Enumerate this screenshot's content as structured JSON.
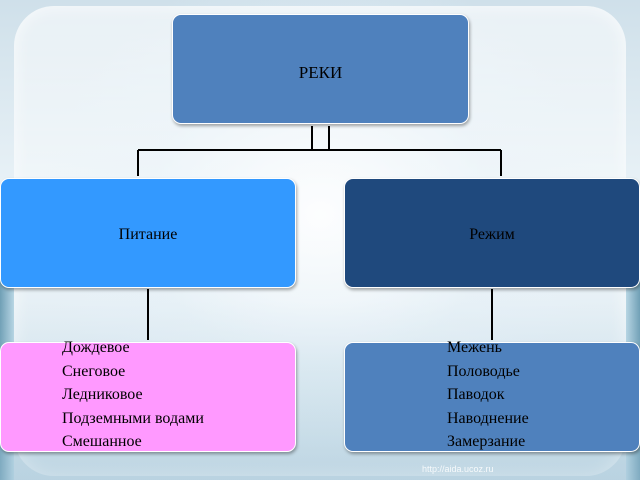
{
  "root": {
    "label": "РЕКИ"
  },
  "branches": [
    {
      "label": "Питание",
      "color": "#3399ff",
      "items": [
        "Дождевое",
        "Снеговое",
        "Ледниковое",
        "Подземными водами",
        "Смешанное"
      ],
      "items_color": "#ff99ff"
    },
    {
      "label": "Режим",
      "color": "#1f497d",
      "items": [
        "Межень",
        "Половодье",
        "Паводок",
        "Наводнение",
        "Замерзание"
      ],
      "items_color": "#4f81bd"
    }
  ],
  "root_color": "#4f81bd",
  "watermark": "http://aida.ucoz.ru"
}
